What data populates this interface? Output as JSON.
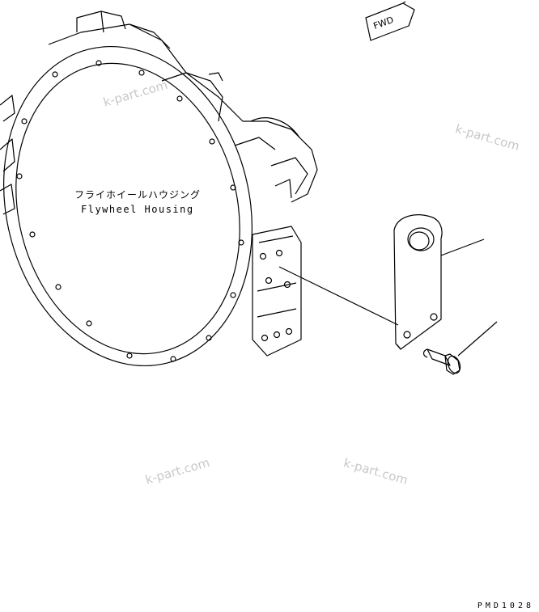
{
  "labels": {
    "part_name_jp": "フライホイールハウジング",
    "part_name_en": "Flywheel Housing",
    "direction": "FWD"
  },
  "watermarks": [
    "k-part.com",
    "k-part.com",
    "k-part.com",
    "k-part.com"
  ],
  "part_code": "PMD1028",
  "icons": [
    "fwd-arrow-icon",
    "flywheel-housing",
    "bracket",
    "flange-bolt"
  ]
}
